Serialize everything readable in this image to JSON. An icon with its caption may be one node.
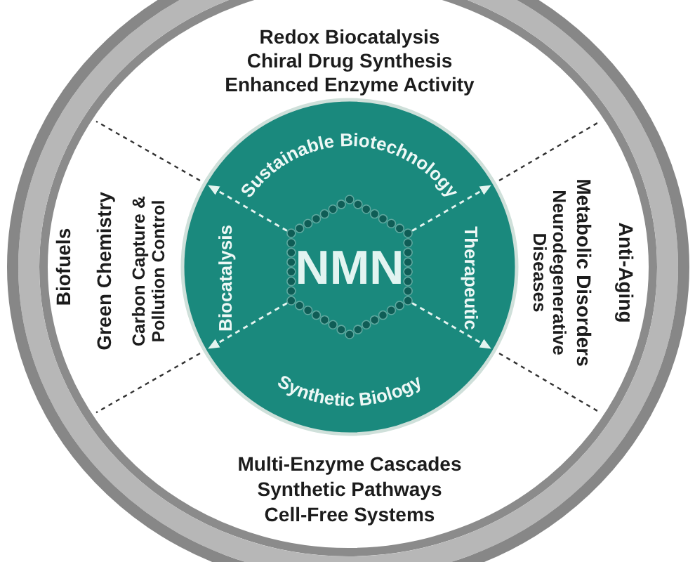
{
  "diagram": {
    "nodes": [
      {
        "text": [
          "Redox Biocatalysis",
          "Chiral Drug Synthesis",
          "Enhanced Enzyme Activity"
        ]
      },
      {
        "text": [
          "Biofuels",
          "Green Chemistry",
          "Carbon Capture & Pollution Control"
        ]
      },
      {
        "text": [
          "Sustainable Biotechnology",
          "Biocatalysis",
          "Therapeutic",
          "Synthetic Biology"
        ]
      },
      {
        "text": [
          "NMN"
        ],
        "in": 2
      },
      {
        "text": [
          "Neurodegenerative Diseases",
          "Metabolic Disorders",
          "Anti-Aging"
        ]
      },
      {
        "text": [
          "Multi-Enzyme Cascades",
          "Synthetic Pathways",
          "Cell-Free Systems"
        ]
      }
    ],
    "edges": [
      {
        "from": 3,
        "to": null,
        "arrow": "to",
        "style": "dashed"
      },
      {
        "from": 3,
        "to": null,
        "arrow": "to",
        "style": "dashed"
      },
      {
        "from": 3,
        "to": null,
        "arrow": "to",
        "style": "dashed"
      },
      {
        "from": 3,
        "to": null,
        "arrow": "to",
        "style": "dashed"
      }
    ]
  }
}
